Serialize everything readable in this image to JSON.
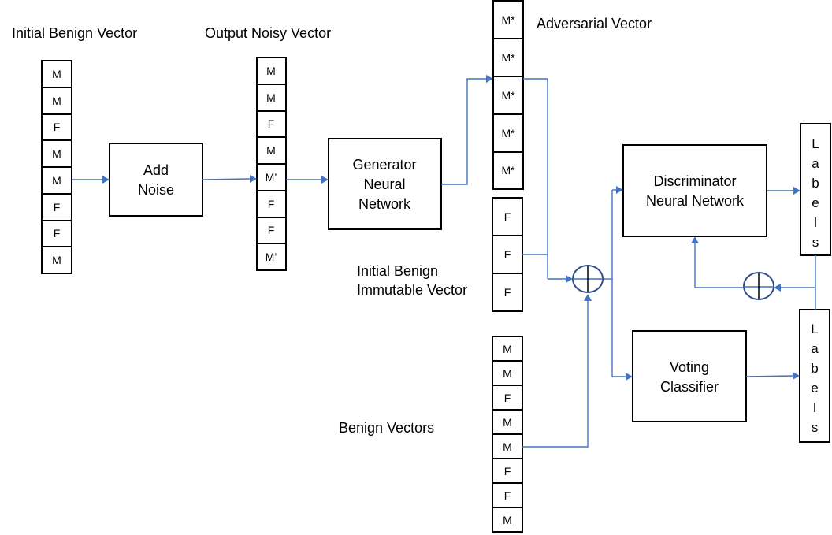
{
  "labels": {
    "initial_benign_vector": "Initial Benign Vector",
    "output_noisy_vector": "Output Noisy Vector",
    "adversarial_vector": "Adversarial Vector",
    "initial_benign_immutable_line1": "Initial Benign",
    "initial_benign_immutable_line2": "Immutable  Vector",
    "benign_vectors": "Benign Vectors"
  },
  "boxes": {
    "add_noise": [
      "Add",
      "Noise"
    ],
    "generator": [
      "Generator",
      "Neural",
      "Network"
    ],
    "discriminator": [
      "Discriminator",
      "Neural Network"
    ],
    "voting": [
      "Voting",
      "Classifier"
    ]
  },
  "vectors": {
    "initial_benign": [
      "M",
      "M",
      "F",
      "M",
      "M",
      "F",
      "F",
      "M"
    ],
    "output_noisy": [
      "M",
      "M",
      "F",
      "M",
      "M’",
      "F",
      "F",
      "M’"
    ],
    "adversarial": [
      "M*",
      "M*",
      "M*",
      "M*",
      "M*"
    ],
    "immutable": [
      "F",
      "F",
      "F"
    ],
    "benign_vectors": [
      "M",
      "M",
      "F",
      "M",
      "M",
      "F",
      "F",
      "M"
    ]
  },
  "labels_box_top": [
    "L",
    "a",
    "b",
    "e",
    "l",
    "s"
  ],
  "labels_box_bottom": [
    "L",
    "a",
    "b",
    "e",
    "l",
    "s"
  ],
  "colors": {
    "wire": "#4472c4",
    "sum_circle": "#2f4f8a",
    "box_stroke": "#000000"
  }
}
